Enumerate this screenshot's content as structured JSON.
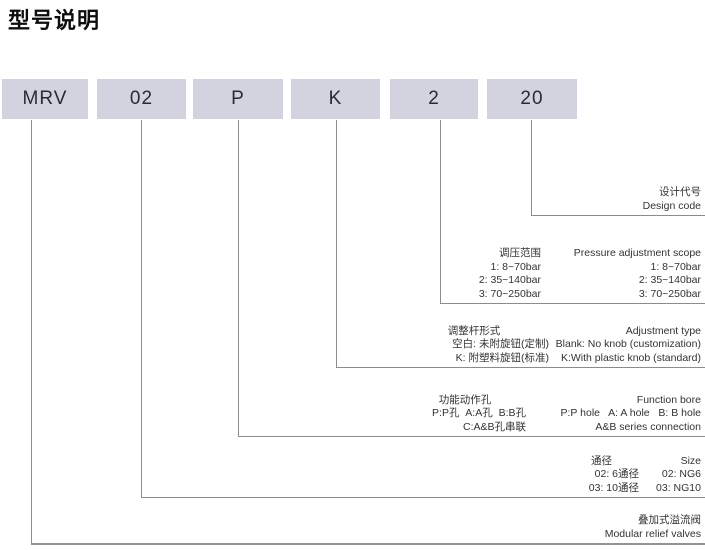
{
  "title": "型号说明",
  "model_code": {
    "segments": [
      "MRV",
      "02",
      "P",
      "K",
      "2",
      "20"
    ]
  },
  "sections": {
    "design_code": {
      "cn": "设计代号",
      "en": "Design code"
    },
    "pressure": {
      "header_cn": "调压范围",
      "header_en": "Pressure adjustment scope",
      "rows": [
        {
          "cn": "1: 8~70bar",
          "en": "1: 8~70bar"
        },
        {
          "cn": "2: 35~140bar",
          "en": "2: 35~140bar"
        },
        {
          "cn": "3: 70~250bar",
          "en": "3: 70~250bar"
        }
      ]
    },
    "adjustment": {
      "header_cn": "调整杆形式",
      "header_en": "Adjustment type",
      "rows": [
        {
          "cn": "空白: 未附旋钮(定制)",
          "en": "Blank: No knob (customization)"
        },
        {
          "cn": "K: 附塑料旋钮(标准)",
          "en": "K:With plastic knob (standard)"
        }
      ]
    },
    "function_bore": {
      "header_cn": "功能动作孔",
      "header_en": "Function bore",
      "rows": [
        {
          "cn": "P:P孔  A:A孔  B:B孔",
          "en": "P:P hole   A: A hole   B: B hole"
        },
        {
          "cn": "C:A&B孔串联",
          "en": "A&B series connection"
        }
      ]
    },
    "size": {
      "header_cn": "通径",
      "header_en": "Size",
      "rows": [
        {
          "cn": "02: 6通径",
          "en": "02: NG6"
        },
        {
          "cn": "03: 10通径",
          "en": "03: NG10"
        }
      ]
    },
    "product": {
      "cn": "叠加式溢流阀",
      "en": "Modular relief valves"
    }
  },
  "colors": {
    "box_fill": "#d2d3de",
    "line": "#8c8c8c",
    "text": "#333333"
  }
}
